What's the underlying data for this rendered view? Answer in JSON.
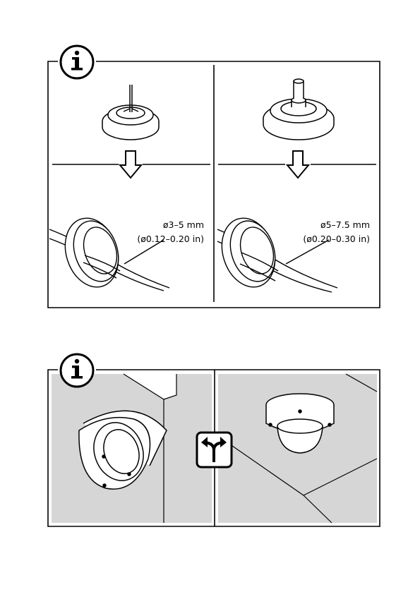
{
  "panel1": {
    "left_cable": {
      "diameter_mm": "ø3–5 mm",
      "diameter_in": "(ø0.12–0.20 in)"
    },
    "right_cable": {
      "diameter_mm": "ø5–7.5 mm",
      "diameter_in": "(ø0.20–0.30 in)"
    }
  },
  "icons": {
    "info_top": "info-icon",
    "info_bottom": "info-icon",
    "arrow_down": "arrow-down-icon",
    "choice": "split-arrow-icon"
  },
  "colors": {
    "line": "#000000",
    "wall_grey": "#d6d6d6",
    "background": "#ffffff"
  }
}
